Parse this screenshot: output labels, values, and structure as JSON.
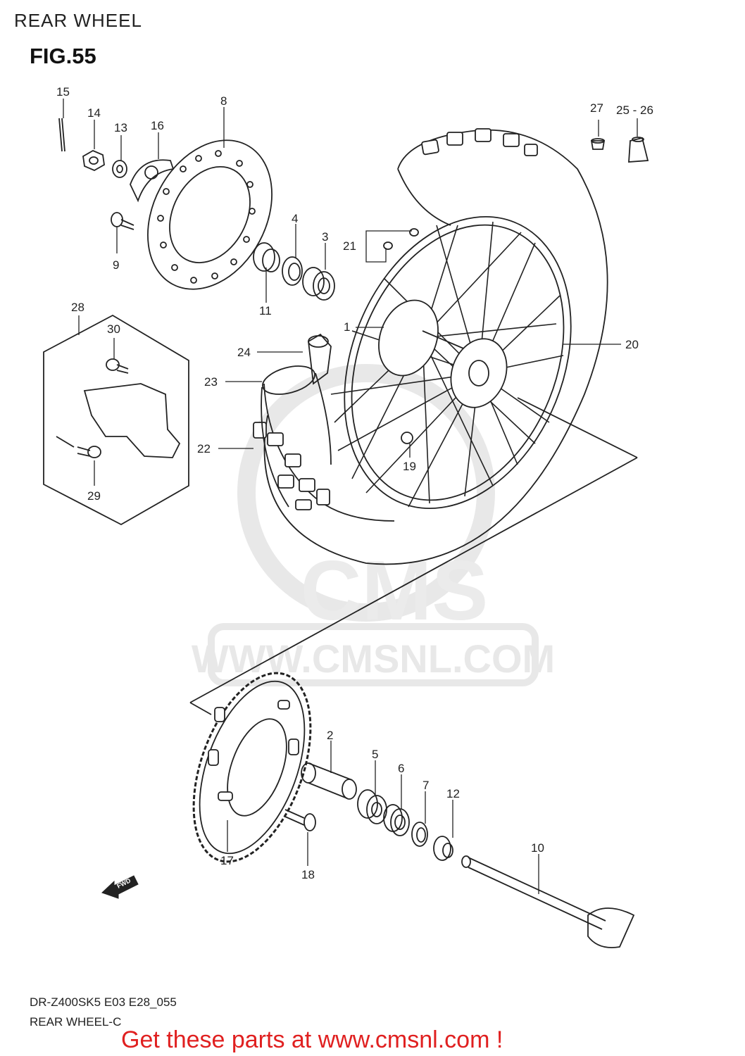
{
  "header": {
    "title": "REAR WHEEL",
    "figure": "FIG.55"
  },
  "watermark": {
    "brand": "CMS",
    "url": "WWW.CMSNL.COM"
  },
  "callouts": [
    "1",
    "2",
    "3",
    "4",
    "5",
    "6",
    "7",
    "8",
    "9",
    "10",
    "11",
    "12",
    "13",
    "14",
    "15",
    "16",
    "17",
    "18",
    "19",
    "20",
    "21",
    "22",
    "23",
    "24",
    "25 - 26",
    "27",
    "28",
    "29",
    "30"
  ],
  "fwd_marker": "FWD",
  "footer": {
    "model_code": "DR-Z400SK5 E03 E28_055",
    "caption": "REAR WHEEL-C",
    "cta": "Get these parts at www.cmsnl.com !"
  },
  "colors": {
    "line": "#222222",
    "cta": "#e02020",
    "watermark": "#e4e4e4"
  }
}
